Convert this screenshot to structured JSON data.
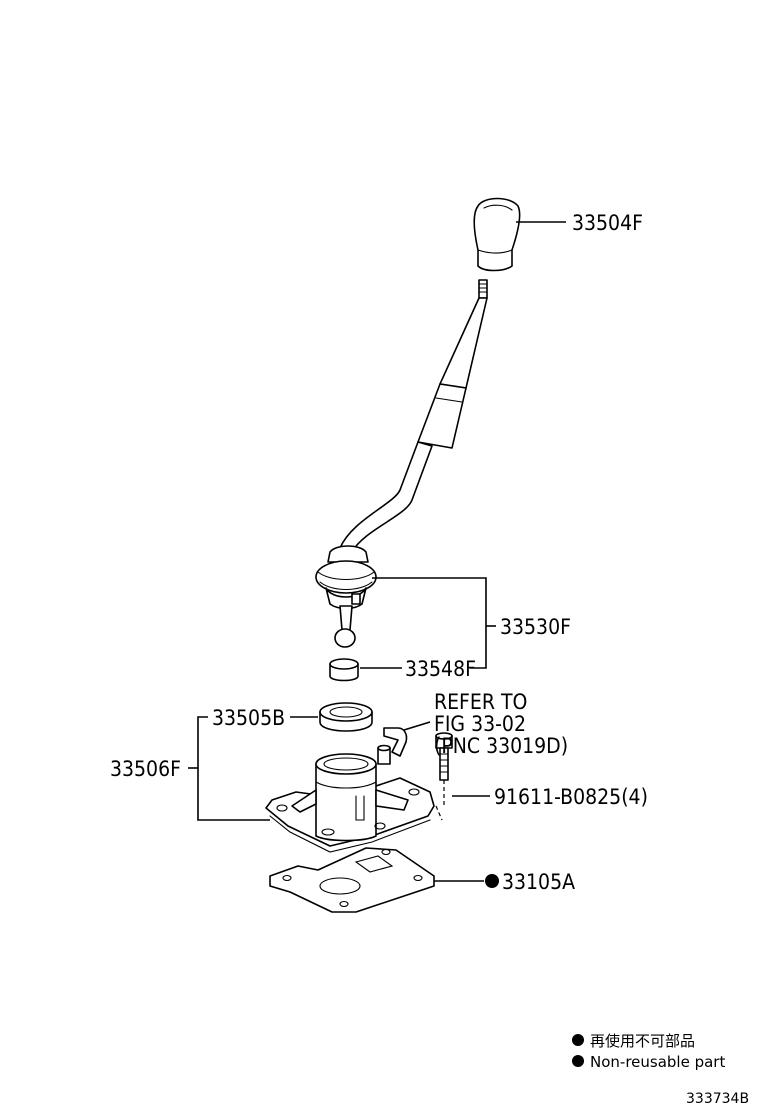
{
  "labels": {
    "knob": "33504F",
    "lever_assy": "33530F",
    "bushing": "33548F",
    "boot_seal": "33505B",
    "housing": "33506F",
    "refer_line1": "REFER TO",
    "refer_line2": "FIG 33-02",
    "refer_line3": "(PNC 33019D)",
    "bolt": "91611-B0825(4)",
    "gasket": "33105A"
  },
  "legend": {
    "line_jp": "再使用不可部品",
    "line_en": "Non-reusable part"
  },
  "figure_code": "333734B"
}
